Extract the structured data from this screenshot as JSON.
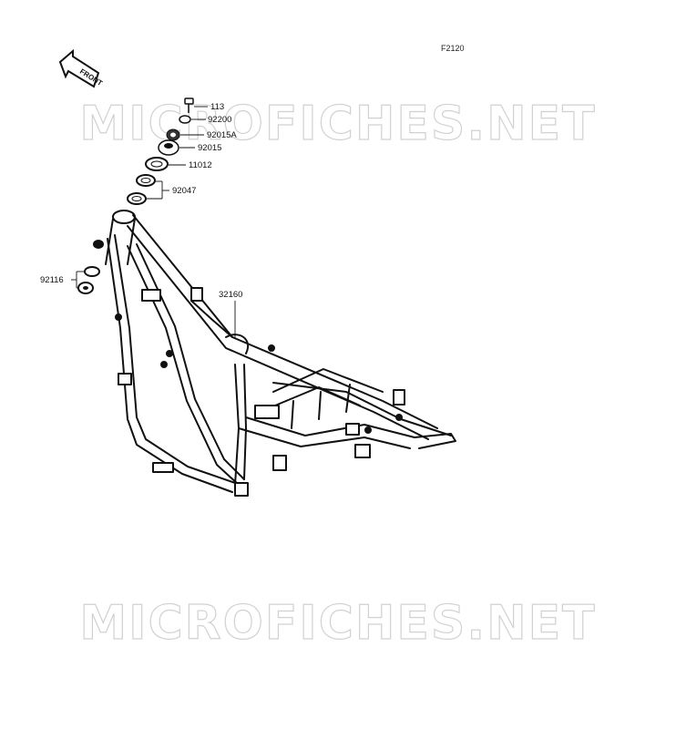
{
  "figure_code": "F2120",
  "watermark_text": "MICROFICHES.NET",
  "front_arrow_label": "FRONT",
  "parts": [
    {
      "number": "113"
    },
    {
      "number": "92200"
    },
    {
      "number": "92015A"
    },
    {
      "number": "92015"
    },
    {
      "number": "11012"
    },
    {
      "number": "92047"
    },
    {
      "number": "92116"
    },
    {
      "number": "32160"
    }
  ]
}
